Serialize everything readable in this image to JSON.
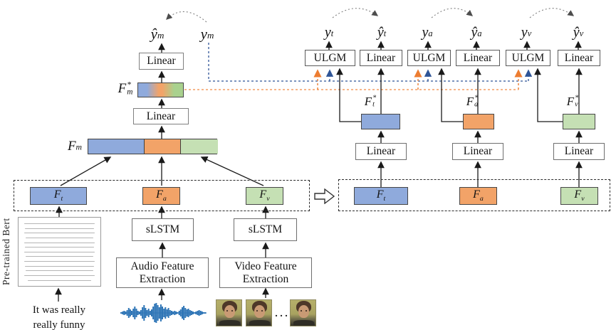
{
  "figure": "multimodal-sentiment-architecture",
  "colors": {
    "text_modality_blue": "#8FAADC",
    "audio_modality_orange": "#F2A368",
    "video_modality_green": "#C5E0B4",
    "dashed_blue_line": "#2F5597",
    "dashed_orange_line": "#ED8C47",
    "waveform_blue": "#2E75B6",
    "bert_bar_gray": "#B5B5B5"
  },
  "fusion_branch": {
    "y_hat_m": {
      "base": "ŷ",
      "sub": "m"
    },
    "y_m": {
      "base": "y",
      "sub": "m"
    },
    "linear_top": "Linear",
    "f_m_star": {
      "base": "F",
      "sup": "*",
      "sub": "m"
    },
    "linear_fusion": "Linear",
    "f_m": {
      "base": "F",
      "sub": "m"
    }
  },
  "encoders": {
    "dashed_left": {
      "f_t": {
        "base": "F",
        "sub": "t"
      },
      "f_a": {
        "base": "F",
        "sub": "a"
      },
      "f_v": {
        "base": "F",
        "sub": "v"
      }
    },
    "bert_label": "Pre-trained Bert",
    "input_text": {
      "line1": "It was really",
      "line2": "really  funny"
    },
    "audio": {
      "slstm": "sLSTM",
      "fe_line1": "Audio Feature",
      "fe_line2": "Extraction"
    },
    "video": {
      "slstm": "sLSTM",
      "fe_line1": "Video Feature",
      "fe_line2": "Extraction",
      "dots": ". . ."
    }
  },
  "unimodal_branches": {
    "groups": [
      {
        "modality": "text",
        "ulgm": "ULGM",
        "linear_pred": "Linear",
        "linear_proj": "Linear",
        "y": {
          "base": "y",
          "sub": "t"
        },
        "y_hat": {
          "base": "ŷ",
          "sub": "t"
        },
        "f_star": {
          "base": "F",
          "sup": "*",
          "sub": "t"
        },
        "f": {
          "base": "F",
          "sub": "t"
        }
      },
      {
        "modality": "audio",
        "ulgm": "ULGM",
        "linear_pred": "Linear",
        "linear_proj": "Linear",
        "y": {
          "base": "y",
          "sub": "a"
        },
        "y_hat": {
          "base": "ŷ",
          "sub": "a"
        },
        "f_star": {
          "base": "F",
          "sup": "*",
          "sub": "a"
        },
        "f": {
          "base": "F",
          "sub": "a"
        }
      },
      {
        "modality": "video",
        "ulgm": "ULGM",
        "linear_pred": "Linear",
        "linear_proj": "Linear",
        "y": {
          "base": "y",
          "sub": "v"
        },
        "y_hat": {
          "base": "ŷ",
          "sub": "v"
        },
        "f_star": {
          "base": "F",
          "sup": "*",
          "sub": "v"
        },
        "f": {
          "base": "F",
          "sub": "v"
        }
      }
    ]
  }
}
